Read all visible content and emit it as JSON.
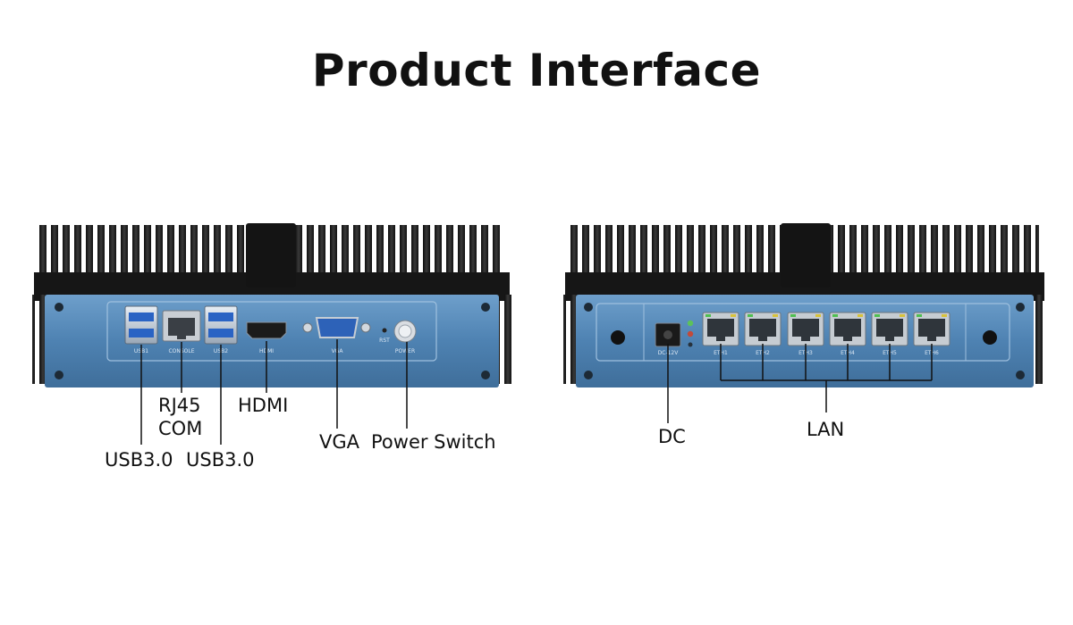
{
  "title": "Product Interface",
  "colors": {
    "panel": "#4a7fae",
    "panel_light": "#6a9bc8",
    "heatsink": "#1c1c1c",
    "text": "#111111"
  },
  "front_panel": {
    "port_names": [
      "USB1",
      "CONSOLE",
      "USB2",
      "HDMI",
      "VGA",
      "RST",
      "POWER"
    ],
    "labels": {
      "rj45_com": [
        "RJ45",
        "COM"
      ],
      "hdmi": "HDMI",
      "usb3_left": "USB3.0",
      "usb3_right": "USB3.0",
      "vga": "VGA",
      "power_switch": "Power Switch"
    }
  },
  "rear_panel": {
    "port_names": [
      "DC-12V",
      "ETH1",
      "ETH2",
      "ETH3",
      "ETH4",
      "ETH5",
      "ETH6"
    ],
    "labels": {
      "dc": "DC",
      "lan": "LAN"
    }
  }
}
